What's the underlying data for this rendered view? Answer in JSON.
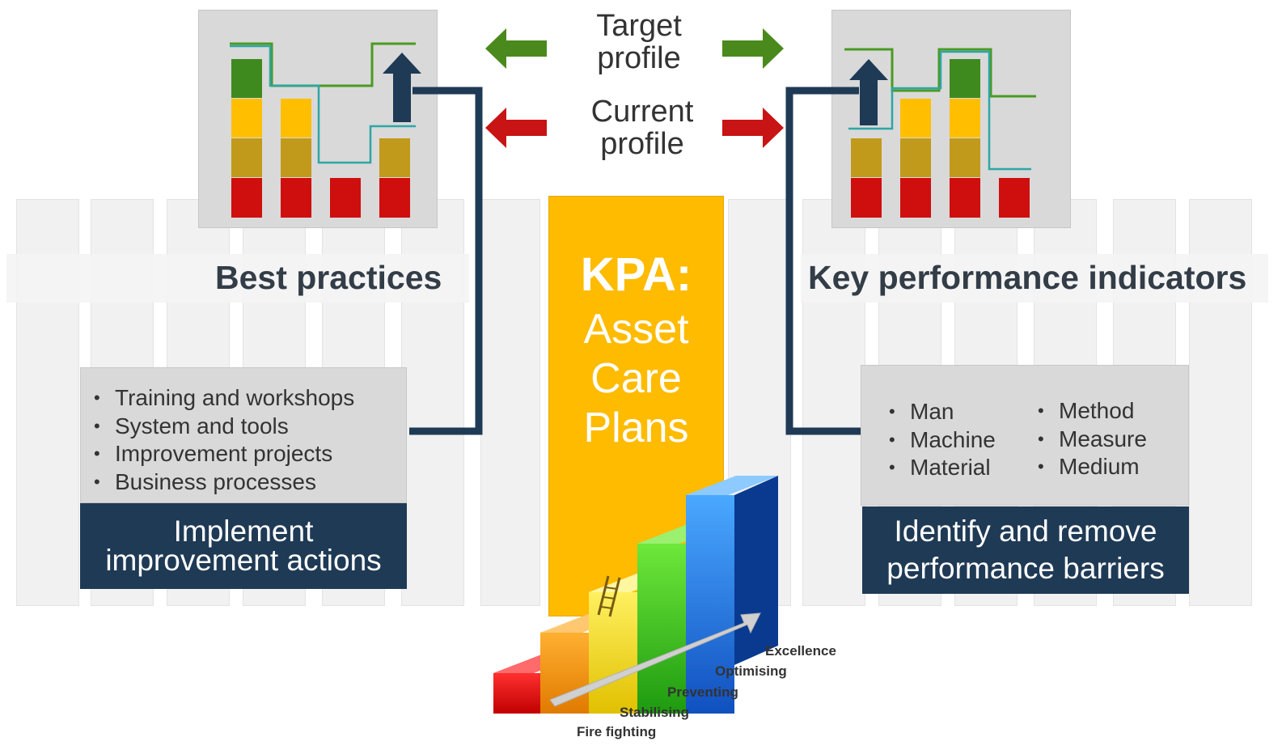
{
  "headings": {
    "left": "Best practices",
    "right": "Key performance indicators"
  },
  "legend": {
    "target_line1": "Target",
    "target_line2": "profile",
    "current_line1": "Current",
    "current_line2": "profile"
  },
  "kpa": {
    "title": "KPA:",
    "line1": "Asset",
    "line2": "Care",
    "line3": "Plans"
  },
  "best_practices": [
    "Training and workshops",
    "System and tools",
    "Improvement projects",
    "Business processes"
  ],
  "kpi_factors_col1": [
    "Man",
    "Machine",
    "Material"
  ],
  "kpi_factors_col2": [
    "Method",
    "Measure",
    "Medium"
  ],
  "left_action": {
    "line1": "Implement",
    "line2": "improvement actions"
  },
  "right_action": {
    "line1": "Identify and remove",
    "line2": "performance barriers"
  },
  "maturity_levels": [
    "Fire fighting",
    "Stabilising",
    "Preventing",
    "Optimising",
    "Excellence"
  ],
  "colors": {
    "target_arrow": "#4a8a1c",
    "current_arrow": "#c81414",
    "navy": "#1f3a55",
    "kpa_yellow": "#ffbb00",
    "bar_green": "#3f8a1e",
    "bar_yellow": "#ffbf00",
    "bar_olive": "#c19a1b",
    "bar_red": "#cf0e0e",
    "target_line": "#4b9a22",
    "current_line": "#2ea6a6"
  }
}
